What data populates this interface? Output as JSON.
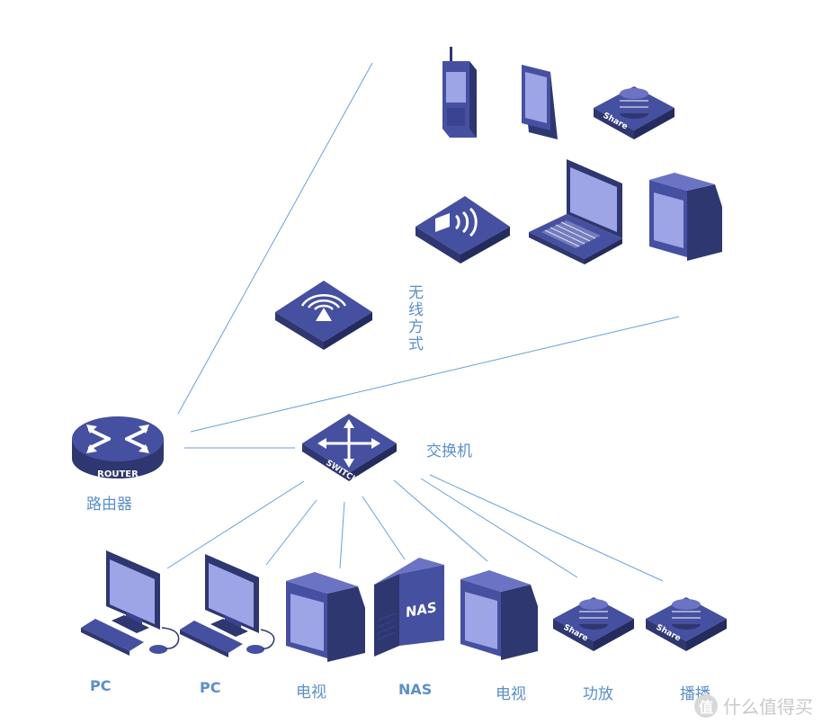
{
  "labels": {
    "router": "路由器",
    "switch": "交换机",
    "wireless": "无线方式",
    "pc1": "PC",
    "pc2": "PC",
    "tv1": "电视",
    "nas": "NAS",
    "tv2": "电视",
    "amp": "功放",
    "player": "播播"
  },
  "icon_text": {
    "router": "ROUTER",
    "switch": "SWITCH",
    "nas": "NAS",
    "share": "Share"
  },
  "watermark": {
    "badge": "值",
    "text": "什么值得买"
  },
  "colors": {
    "line": "#6a9fd8",
    "device_dark": "#2e3770",
    "device_mid": "#4650a0",
    "device_light": "#6b74c4",
    "screen": "#9ea5e6",
    "label": "#5b8fc9"
  }
}
